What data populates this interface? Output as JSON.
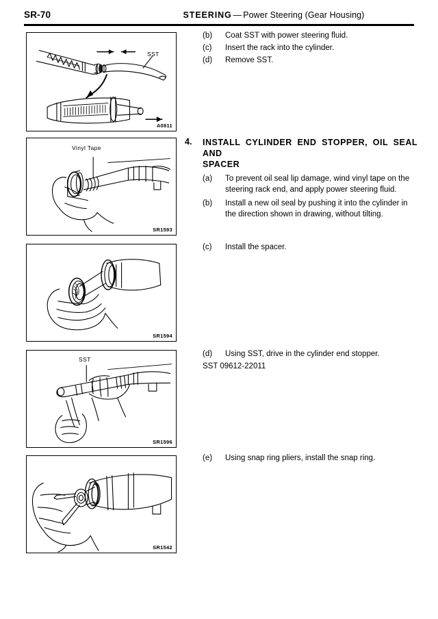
{
  "header": {
    "page_code": "SR-70",
    "system": "STEERING",
    "dash": "—",
    "subject": "Power Steering (Gear Housing)"
  },
  "top_steps": [
    {
      "letter": "(b)",
      "text": "Coat SST with power steering fluid."
    },
    {
      "letter": "(c)",
      "text": "Insert the rack into the cylinder."
    },
    {
      "letter": "(d)",
      "text": "Remove SST."
    }
  ],
  "section": {
    "number": "4.",
    "title_line1": "INSTALL CYLINDER END STOPPER, OIL SEAL AND",
    "title_line2": "SPACER",
    "steps": [
      {
        "letter": "(a)",
        "text": "To prevent oil seal lip damage, wind vinyl tape on the steering rack end, and apply power steering fluid."
      },
      {
        "letter": "(b)",
        "text": "Install a new oil seal by pushing it into the cylinder in the direction shown in drawing, without tilting."
      }
    ]
  },
  "step_c": {
    "letter": "(c)",
    "text": "Install the spacer."
  },
  "step_d": {
    "letter": "(d)",
    "text": "Using SST, drive in the cylinder end stopper.",
    "sst": "SST 09612-22011"
  },
  "step_e": {
    "letter": "(e)",
    "text": "Using snap ring pliers, install the snap ring."
  },
  "figures": [
    {
      "id": "A0811",
      "label": "SST",
      "caption_name": "rack-into-cylinder-figure"
    },
    {
      "id": "SR1593",
      "label": "Vinyl Tape",
      "caption_name": "vinyl-tape-figure"
    },
    {
      "id": "SR1594",
      "label": "",
      "caption_name": "install-spacer-figure"
    },
    {
      "id": "SR1596",
      "label": "SST",
      "caption_name": "drive-end-stopper-figure"
    },
    {
      "id": "SR1542",
      "label": "",
      "caption_name": "snap-ring-pliers-figure"
    }
  ]
}
